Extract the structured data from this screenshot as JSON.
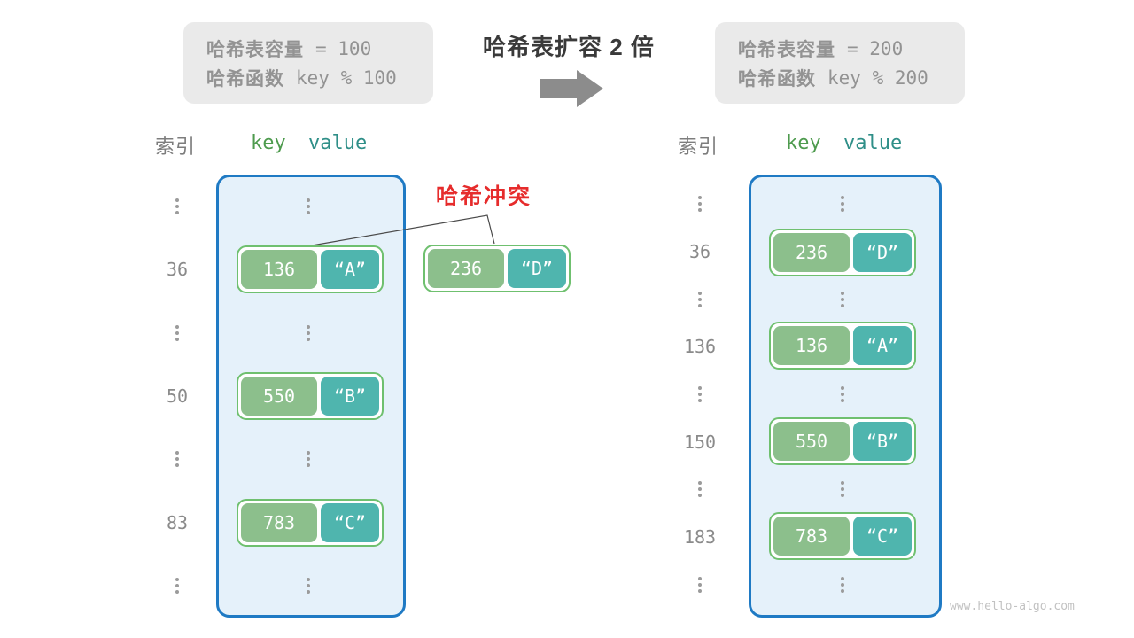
{
  "before": {
    "capacity_label": "哈希表容量",
    "capacity_value": "= 100",
    "hash_label": "哈希函数",
    "hash_value": "key % 100"
  },
  "after": {
    "capacity_label": "哈希表容量",
    "capacity_value": "= 200",
    "hash_label": "哈希函数",
    "hash_value": "key % 200"
  },
  "transition": {
    "title": "哈希表扩容 2 倍",
    "arrow_icon": "right-block-arrow"
  },
  "collision": {
    "label": "哈希冲突"
  },
  "table_before": {
    "index_header": "索引",
    "key_header": "key",
    "value_header": "value",
    "indices": [
      "36",
      "50",
      "83"
    ],
    "pairs": [
      {
        "key": "136",
        "value": "“A”"
      },
      {
        "key": "550",
        "value": "“B”"
      },
      {
        "key": "783",
        "value": "“C”"
      }
    ],
    "collision_pair": {
      "key": "236",
      "value": "“D”"
    }
  },
  "table_after": {
    "index_header": "索引",
    "key_header": "key",
    "value_header": "value",
    "indices": [
      "36",
      "136",
      "150",
      "183"
    ],
    "pairs": [
      {
        "key": "236",
        "value": "“D”"
      },
      {
        "key": "136",
        "value": "“A”"
      },
      {
        "key": "550",
        "value": "“B”"
      },
      {
        "key": "783",
        "value": "“C”"
      }
    ]
  },
  "watermark": "www.hello-algo.com",
  "colors": {
    "key_cell_green": "#8cbf8c",
    "value_cell_teal": "#4fb5ae",
    "pair_border_green": "#6fc06f",
    "table_border_blue": "#1f7ac4",
    "table_fill_blue": "#e5f1fa",
    "collision_red": "#e62c2c",
    "arrow_gray": "#8c8c8c"
  }
}
